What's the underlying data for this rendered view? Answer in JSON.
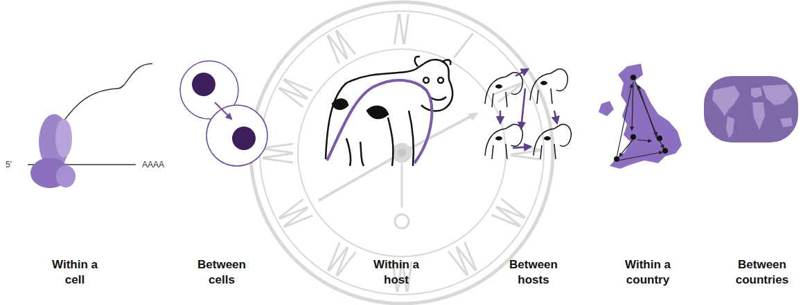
{
  "diagram": {
    "labels": [
      "5'",
      "AAAA",
      "Within a cell",
      "Between cells",
      "Within a host",
      "Between hosts",
      "Within a country",
      "Between countries"
    ]
  }
}
